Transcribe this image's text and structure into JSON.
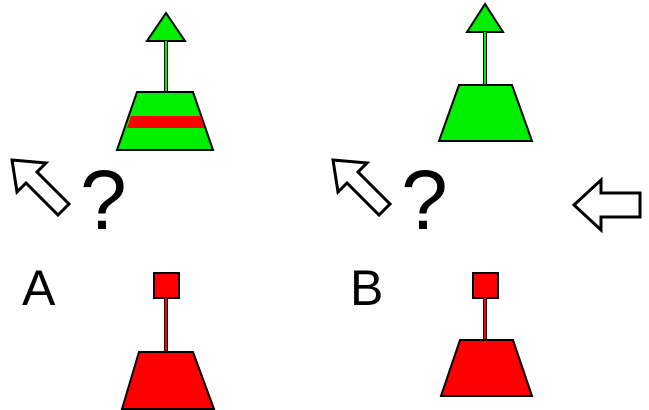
{
  "panels": [
    {
      "label": "A",
      "question": "?",
      "top_buoy": {
        "shape": "cone-up-topmark",
        "body_color": "#00ee00",
        "band_color": "#ff0000",
        "has_band": true
      },
      "bottom_buoy": {
        "shape": "square-topmark",
        "body_color": "#ff0000"
      },
      "arrow_icon": "arrow-up-left-icon"
    },
    {
      "label": "B",
      "question": "?",
      "top_buoy": {
        "shape": "cone-up-topmark",
        "body_color": "#00ee00",
        "has_band": false
      },
      "bottom_buoy": {
        "shape": "square-topmark",
        "body_color": "#ff0000"
      },
      "arrow_icon": "arrow-up-left-icon"
    }
  ],
  "side_arrow_icon": "arrow-left-icon",
  "colors": {
    "outline": "#000000",
    "arrow_fill": "#ffffff",
    "green": "#00ee00",
    "red": "#ff0000"
  }
}
